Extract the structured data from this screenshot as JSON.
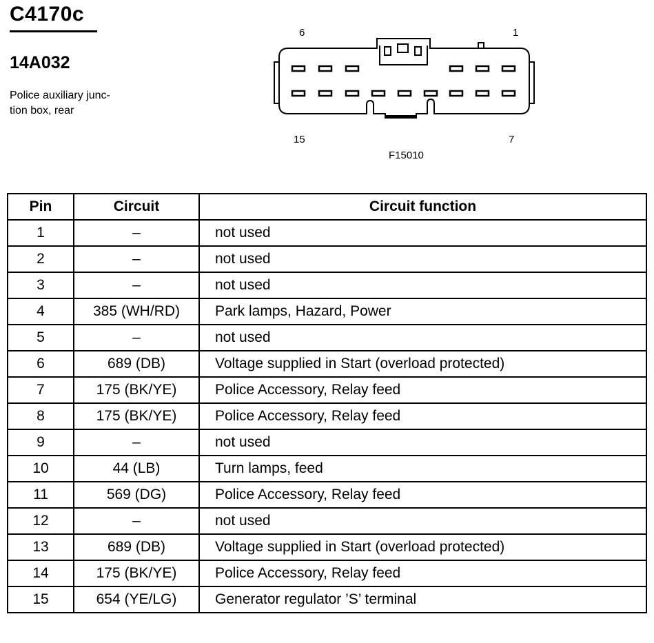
{
  "connector": {
    "id": "C4170c",
    "part_number": "14A032",
    "description_lines": [
      "Police auxiliary junc-",
      "tion box, rear"
    ],
    "figure_id": "F15010",
    "pin_labels": {
      "top_left": "6",
      "top_right": "1",
      "bottom_left": "15",
      "bottom_right": "7"
    }
  },
  "table": {
    "headers": {
      "pin": "Pin",
      "circuit": "Circuit",
      "function": "Circuit function"
    },
    "rows": [
      {
        "pin": "1",
        "circuit": "–",
        "function": "not used"
      },
      {
        "pin": "2",
        "circuit": "–",
        "function": "not used"
      },
      {
        "pin": "3",
        "circuit": "–",
        "function": "not used"
      },
      {
        "pin": "4",
        "circuit": "385 (WH/RD)",
        "function": "Park lamps, Hazard, Power"
      },
      {
        "pin": "5",
        "circuit": "–",
        "function": "not used"
      },
      {
        "pin": "6",
        "circuit": "689 (DB)",
        "function": "Voltage supplied in Start (overload protected)"
      },
      {
        "pin": "7",
        "circuit": "175 (BK/YE)",
        "function": "Police Accessory, Relay feed"
      },
      {
        "pin": "8",
        "circuit": "175 (BK/YE)",
        "function": "Police Accessory, Relay feed"
      },
      {
        "pin": "9",
        "circuit": "–",
        "function": "not used"
      },
      {
        "pin": "10",
        "circuit": "44 (LB)",
        "function": "Turn lamps, feed"
      },
      {
        "pin": "11",
        "circuit": "569 (DG)",
        "function": "Police Accessory, Relay feed"
      },
      {
        "pin": "12",
        "circuit": "–",
        "function": "not used"
      },
      {
        "pin": "13",
        "circuit": "689 (DB)",
        "function": "Voltage supplied in Start (overload protected)"
      },
      {
        "pin": "14",
        "circuit": "175 (BK/YE)",
        "function": "Police Accessory, Relay feed"
      },
      {
        "pin": "15",
        "circuit": "654 (YE/LG)",
        "function": "Generator regulator ’S’ terminal"
      }
    ]
  }
}
